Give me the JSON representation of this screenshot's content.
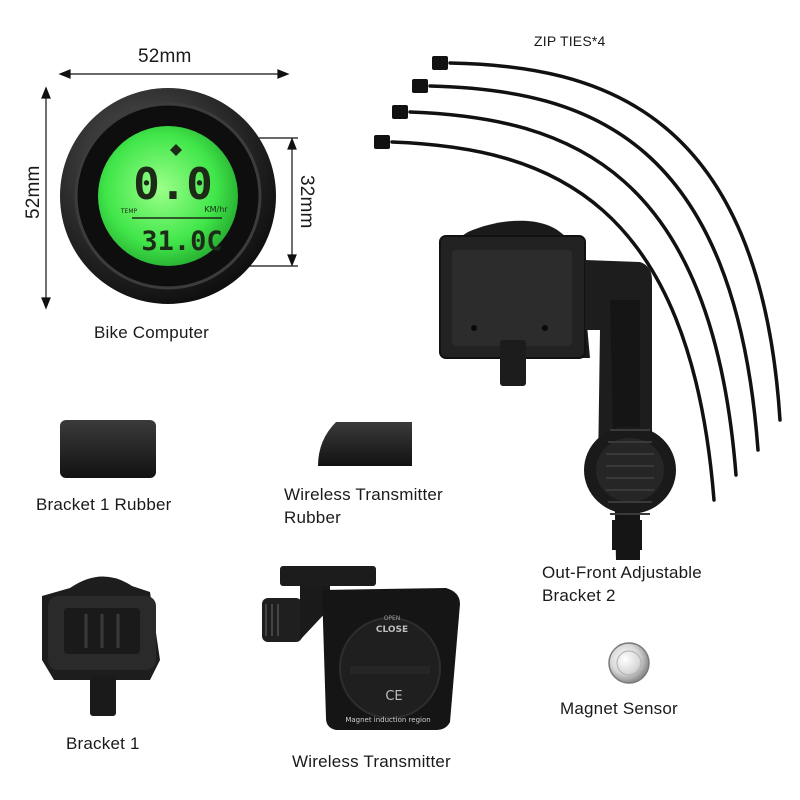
{
  "dimensions": {
    "width_label": "52mm",
    "height_label": "52mm",
    "screen_label": "32mm"
  },
  "display": {
    "speed": "0.0",
    "speed_unit": "KM/hr",
    "temp_tag": "TEMP",
    "temp": "31.0C"
  },
  "transmitter_text": {
    "open": "OPEN",
    "close": "CLOSE",
    "ce": "CE",
    "region": "Magnet induction region"
  },
  "labels": {
    "zip_ties": "ZIP TIES*4",
    "bike_computer": "Bike Computer",
    "bracket1_rubber": "Bracket 1 Rubber",
    "transmitter_rubber_line1": "Wireless Transmitter",
    "transmitter_rubber_line2": "Rubber",
    "outfront_line1": "Out-Front Adjustable",
    "outfront_line2": "Bracket 2",
    "bracket1": "Bracket  1",
    "wireless_transmitter": "Wireless Transmitter",
    "magnet_sensor": "Magnet Sensor"
  },
  "colors": {
    "lcd_green": "#5dff5d",
    "device_black": "#1c1c1c"
  }
}
